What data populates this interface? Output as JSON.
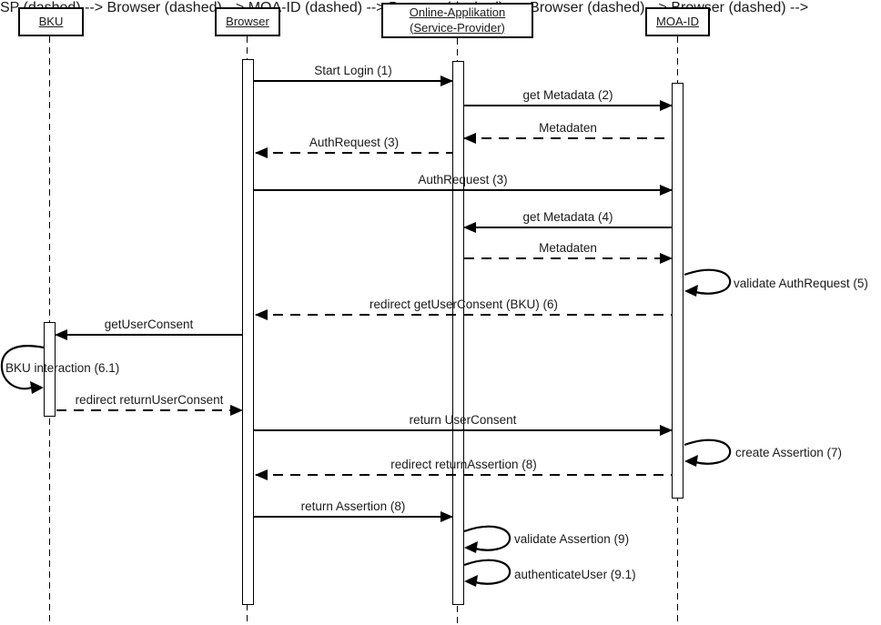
{
  "colors": {
    "line": "#000000",
    "background": "#ffffff",
    "text": "#1a1a1a"
  },
  "diagram": {
    "participants": [
      {
        "name": "BKU"
      },
      {
        "name": "Browser"
      },
      {
        "name": "Online-Applikation (Service-Provider)"
      },
      {
        "name": "MOA-ID"
      }
    ],
    "messages": [
      {
        "label": "Start Login (1)"
      },
      {
        "label": "get Metadata (2)"
      },
      {
        "label": "Metadaten"
      },
      {
        "label": "AuthRequest (3)"
      },
      {
        "label": "AuthRequest (3)"
      },
      {
        "label": "get Metadata (4)"
      },
      {
        "label": "Metadaten"
      },
      {
        "label": "validate AuthRequest (5)"
      },
      {
        "label": "redirect getUserConsent (BKU) (6)"
      },
      {
        "label": "getUserConsent"
      },
      {
        "label": "BKU interaction (6.1)"
      },
      {
        "label": "redirect returnUserConsent"
      },
      {
        "label": "return UserConsent"
      },
      {
        "label": "create Assertion (7)"
      },
      {
        "label": "redirect returnAssertion (8)"
      },
      {
        "label": "return Assertion (8)"
      },
      {
        "label": "validate Assertion (9)"
      },
      {
        "label": "authenticateUser (9.1)"
      }
    ]
  }
}
